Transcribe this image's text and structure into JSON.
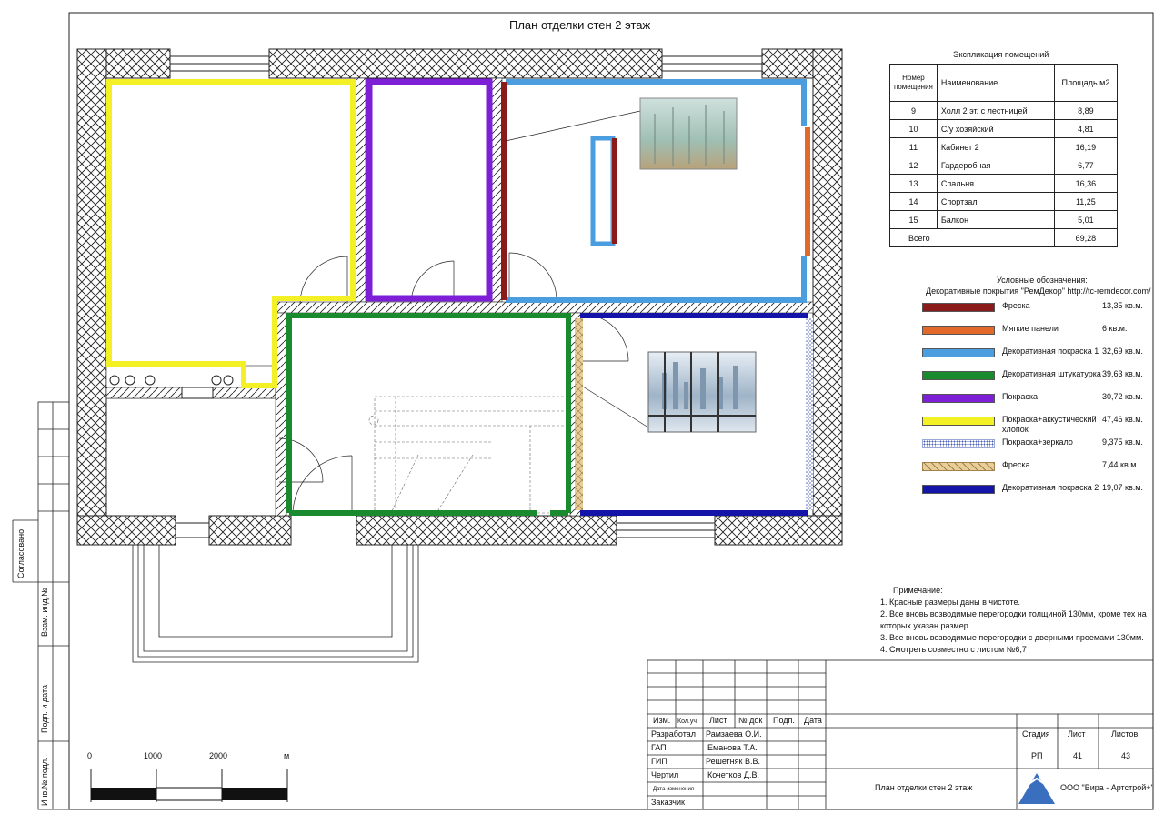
{
  "title": "План отделки стен 2 этаж",
  "explication": {
    "title": "Экспликация помещений",
    "headers": {
      "num": "Номер помещения",
      "name": "Наименование",
      "area": "Площадь м2"
    },
    "rows": [
      {
        "num": "9",
        "name": "Холл 2 эт. с лестницей",
        "area": "8,89"
      },
      {
        "num": "10",
        "name": "С/у хозяйский",
        "area": "4,81"
      },
      {
        "num": "11",
        "name": "Кабинет 2",
        "area": "16,19"
      },
      {
        "num": "12",
        "name": "Гардеробная",
        "area": "6,77"
      },
      {
        "num": "13",
        "name": "Спальня",
        "area": "16,36"
      },
      {
        "num": "14",
        "name": "Спортзал",
        "area": "11,25"
      },
      {
        "num": "15",
        "name": "Балкон",
        "area": "5,01"
      }
    ],
    "total_label": "Всего",
    "total_value": "69,28"
  },
  "legend": {
    "title": "Условные обозначения:",
    "subtitle": "Декоративные покрытия \"РемДекор\" http://tc-remdecor.com/",
    "items": [
      {
        "name": "Фреска",
        "value": "13,35 кв.м.",
        "color": "#8b1a1a",
        "pattern": "solid"
      },
      {
        "name": "Мягкие панели",
        "value": "6 кв.м.",
        "color": "#e2692a",
        "pattern": "solid"
      },
      {
        "name": "Декоративная покраска 1",
        "value": "32,69 кв.м.",
        "color": "#4a9ee0",
        "pattern": "solid"
      },
      {
        "name": "Декоративная штукатурка",
        "value": "39,63 кв.м.",
        "color": "#1a8a2e",
        "pattern": "solid"
      },
      {
        "name": "Покраска",
        "value": "30,72 кв.м.",
        "color": "#7d1fd6",
        "pattern": "solid"
      },
      {
        "name": "Покраска+аккустический хлопок",
        "value": "47,46 кв.м.",
        "color": "#f3f026",
        "pattern": "solid"
      },
      {
        "name": "Покраска+зеркало",
        "value": "9,375 кв.м.",
        "color": "#c9d3ee",
        "pattern": "dots"
      },
      {
        "name": "Фреска",
        "value": "7,44 кв.м.",
        "color": "#e8cf9a",
        "pattern": "cross"
      },
      {
        "name": "Декоративная покраска 2",
        "value": "19,07 кв.м.",
        "color": "#1414a8",
        "pattern": "solid"
      }
    ]
  },
  "notes": {
    "title": "Примечание:",
    "lines": [
      "1. Красные размеры даны в чистоте.",
      "2. Все вновь возводимые перегородки толщиной 130мм, кроме тех на",
      "которых указан размер",
      "3. Все вновь возводимые перегородки с дверными проемами 130мм.",
      "4. Смотреть совместно с листом №6,7"
    ]
  },
  "scale": {
    "labels": [
      "0",
      "1000",
      "2000",
      "м"
    ]
  },
  "side_labels": [
    "Согласовано",
    "Взам. инд.№",
    "Подп. и дата",
    "Инв.№ подл."
  ],
  "stamp": {
    "cols": [
      "Изм.",
      "Кол.уч",
      "Лист",
      "№ док",
      "Подп.",
      "Дата"
    ],
    "roles": [
      {
        "role": "Разработал",
        "name": "Рамзаева О.И."
      },
      {
        "role": "ГАП",
        "name": "Еманова Т.А."
      },
      {
        "role": "ГИП",
        "name": "Решетняк В.В."
      },
      {
        "role": "Чертил",
        "name": "Кочетков Д.В."
      },
      {
        "role": "Дата изменения",
        "name": ""
      },
      {
        "role": "Заказчик",
        "name": ""
      }
    ],
    "stage_label": "Стадия",
    "sheet_label": "Лист",
    "sheets_label": "Листов",
    "stage": "РП",
    "sheet": "41",
    "sheets": "43",
    "doc_title": "План отделки стен 2 этаж",
    "company": "ООО \"Вира - Артстрой+\""
  },
  "colors": {
    "fresco": "#8b1a1a",
    "soft_panels": "#e2692a",
    "paint1": "#4a9ee0",
    "plaster": "#1a8a2e",
    "paint": "#7d1fd6",
    "acoustic": "#f3f026",
    "paint2": "#1414a8"
  }
}
